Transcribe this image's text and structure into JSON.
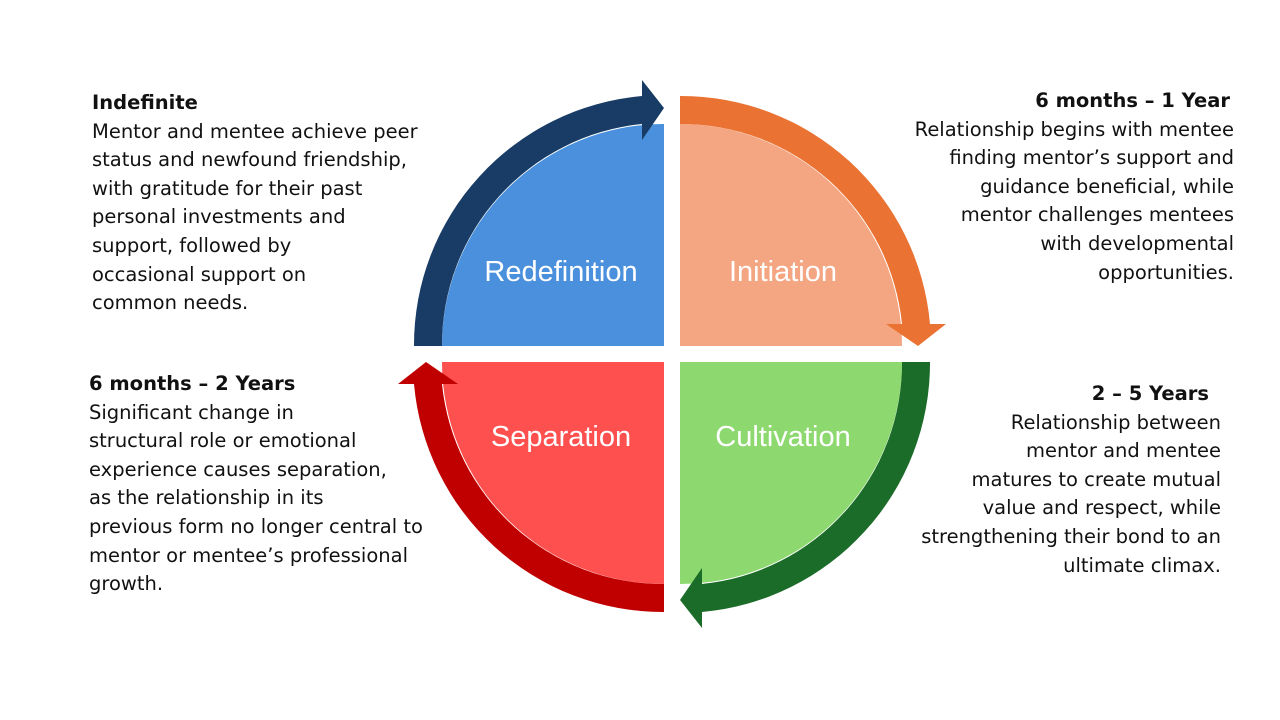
{
  "colors": {
    "redefinition_fill": "#4a90dd",
    "redefinition_arrow": "#183c66",
    "initiation_fill": "#f4a682",
    "initiation_arrow": "#ea7232",
    "cultivation_fill": "#8dd970",
    "cultivation_arrow": "#1b6b29",
    "separation_fill": "#ff5050",
    "separation_arrow": "#c00000"
  },
  "stages": {
    "redefinition": {
      "label": "Redefinition",
      "duration": "Indefinite",
      "description": "Mentor and mentee achieve peer\nstatus and newfound friendship,\nwith gratitude for their past\npersonal investments and\nsupport, followed by\noccasional support on\ncommon needs."
    },
    "initiation": {
      "label": "Initiation",
      "duration": "6 months – 1 Year",
      "description": "Relationship begins with mentee\nfinding mentor’s support and\nguidance  beneficial, while\nmentor challenges mentees\nwith developmental\nopportunities."
    },
    "cultivation": {
      "label": "Cultivation",
      "duration": "2 – 5 Years",
      "description": "Relationship between\nmentor and mentee\nmatures to create mutual\nvalue and respect, while\nstrengthening their bond to an\nultimate climax."
    },
    "separation": {
      "label": "Separation",
      "duration": "6 months – 2 Years",
      "description": "Significant change in\nstructural role or emotional\nexperience causes separation,\nas the relationship in its\nprevious form no longer central to\nmentor or mentee’s professional\ngrowth."
    }
  }
}
